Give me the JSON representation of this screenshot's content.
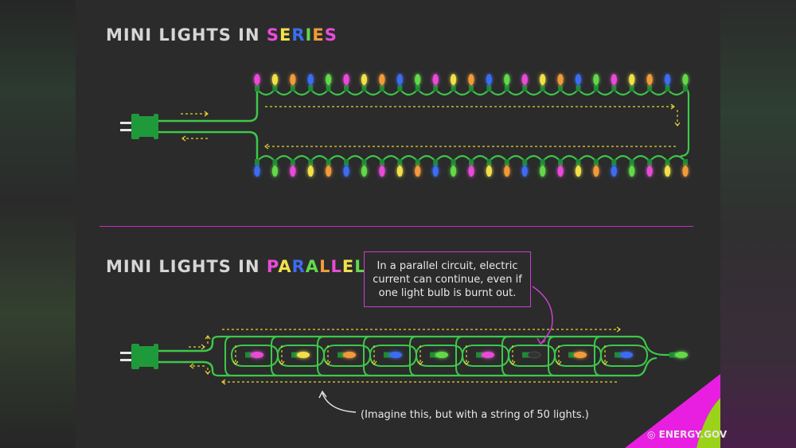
{
  "series": {
    "title_prefix": "MINI LIGHTS IN ",
    "title_word": [
      "S",
      "E",
      "R",
      "I",
      "E",
      "S"
    ]
  },
  "parallel": {
    "title_prefix": "MINI LIGHTS IN ",
    "title_word": [
      "P",
      "A",
      "R",
      "A",
      "L",
      "L",
      "E",
      "L"
    ],
    "callout": "In a parallel circuit, electric current can continue, even if one light bulb is burnt out.",
    "note": "(Imagine this, but with a string of 50 lights.)"
  },
  "brand": "ENERGY.GOV",
  "colors": {
    "background": "#2b2b2b",
    "wire": "#3cc84a",
    "plug": "#1f9a3a",
    "arrow": "#e8d233",
    "divider": "#c62cc0",
    "bulbs": [
      "#e84cd6",
      "#f1e04a",
      "#f29a3a",
      "#3c6cf0",
      "#63d84a",
      "#e84cd6",
      "#f1e04a",
      "#f29a3a",
      "#3c6cf0",
      "#63d84a"
    ],
    "parallel_bulbs": [
      "#e84cd6",
      "#f1e04a",
      "#f29a3a",
      "#3c6cf0",
      "#63d84a",
      "#e84cd6",
      "#333333",
      "#f29a3a",
      "#3c6cf0",
      "#63d84a"
    ],
    "title_word_colors": [
      "#e84cd6",
      "#f1e04a",
      "#3c6cf0",
      "#63d84a",
      "#f29a3a",
      "#e84cd6",
      "#f1e04a",
      "#63d84a"
    ]
  },
  "icons": [
    "plug-icon",
    "bulb-icon",
    "arrow-icon",
    "energy-logo-icon",
    "page-curl-icon"
  ]
}
